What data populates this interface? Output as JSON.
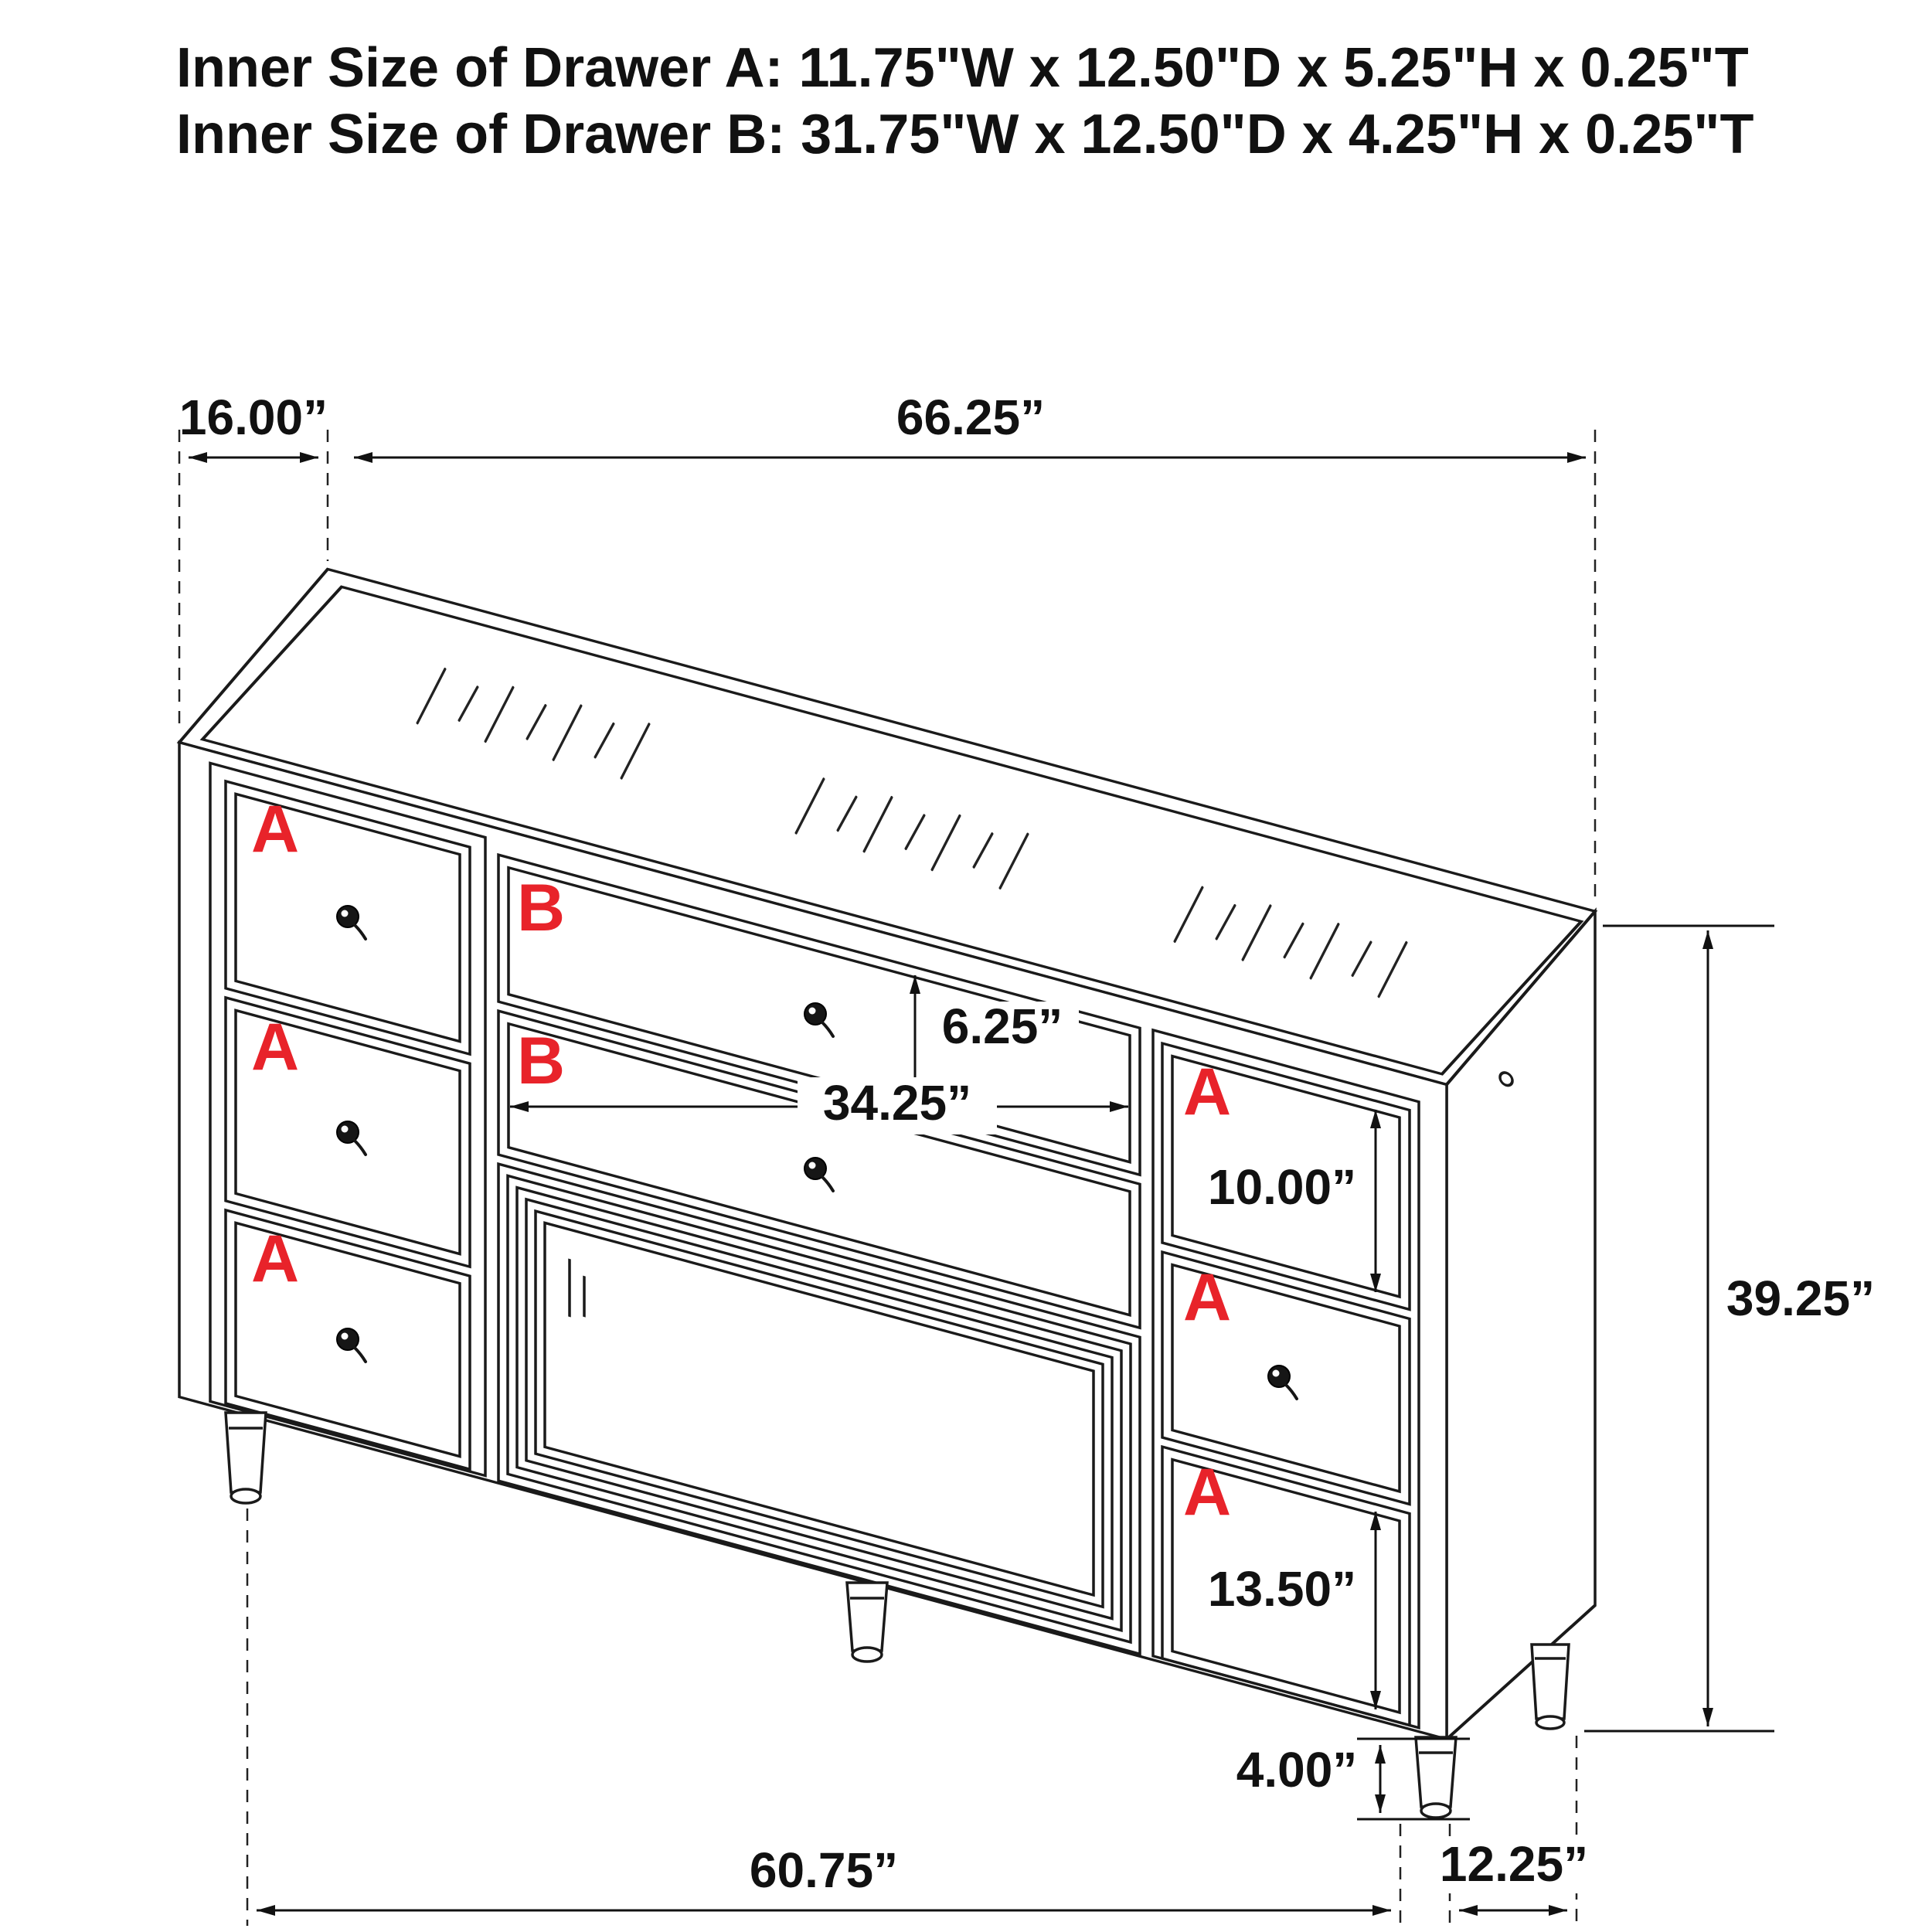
{
  "title": {
    "line1": "Inner Size of Drawer A: 11.75\"W x 12.50\"D x 5.25\"H x 0.25\"T",
    "line2": "Inner Size of Drawer B: 31.75\"W x 12.50\"D x 4.25\"H x 0.25\"T"
  },
  "drawer_labels": {
    "a": "A",
    "b": "B"
  },
  "dimensions": {
    "left_top_depth": "16.00”",
    "top_width": "66.25”",
    "drawer_b_front_height": "6.25”",
    "drawer_b_width": "34.25”",
    "right_top_drawer_height": "10.00”",
    "overall_height": "39.25”",
    "right_bottom_drawer_height": "13.50”",
    "leg_height": "4.00”",
    "bottom_width": "60.75”",
    "side_depth": "12.25”"
  },
  "colors": {
    "line": "#1a1a1a",
    "label_red": "#e8232a",
    "background": "#ffffff"
  }
}
